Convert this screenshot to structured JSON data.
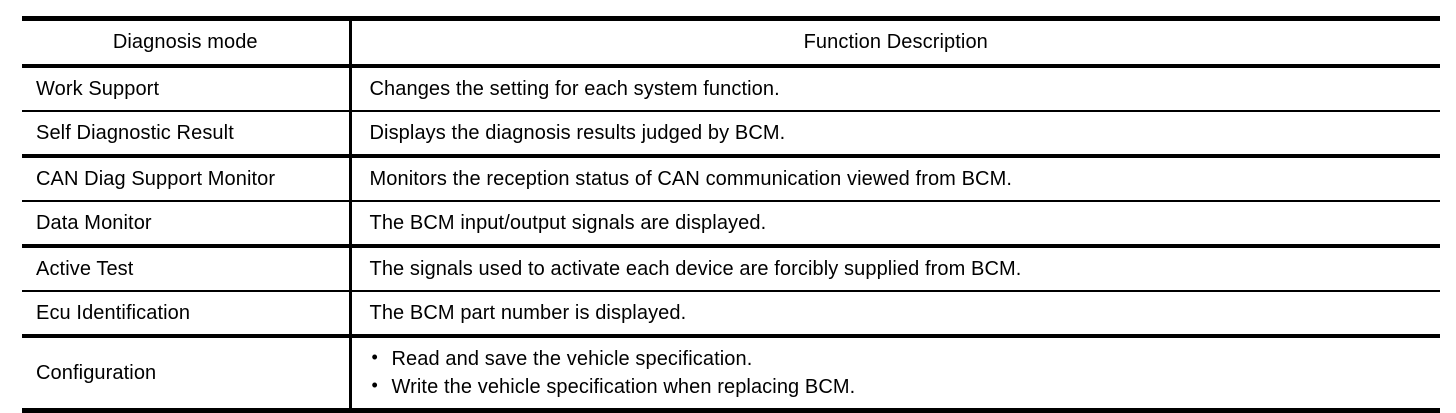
{
  "table": {
    "columns": [
      {
        "key": "mode",
        "header": "Diagnosis mode"
      },
      {
        "key": "description",
        "header": "Function Description"
      }
    ],
    "rows": [
      {
        "mode": "Work Support",
        "description": "Changes the setting for each system function."
      },
      {
        "mode": "Self Diagnostic Result",
        "description": "Displays the diagnosis results judged by BCM."
      },
      {
        "mode": "CAN Diag Support Monitor",
        "description": "Monitors the reception status of CAN communication viewed from BCM."
      },
      {
        "mode": "Data Monitor",
        "description": "The BCM input/output signals are displayed."
      },
      {
        "mode": "Active Test",
        "description": "The signals used to activate each device are forcibly supplied from BCM."
      },
      {
        "mode": "Ecu Identification",
        "description": "The BCM part number is displayed."
      },
      {
        "mode": "Configuration",
        "bullets": [
          "Read and save the vehicle specification.",
          "Write the vehicle specification when replacing BCM."
        ],
        "bullet_glyph": "•"
      }
    ]
  },
  "colors": {
    "page_background": "#ffffff",
    "rule": "#000000",
    "text": "#000000"
  }
}
